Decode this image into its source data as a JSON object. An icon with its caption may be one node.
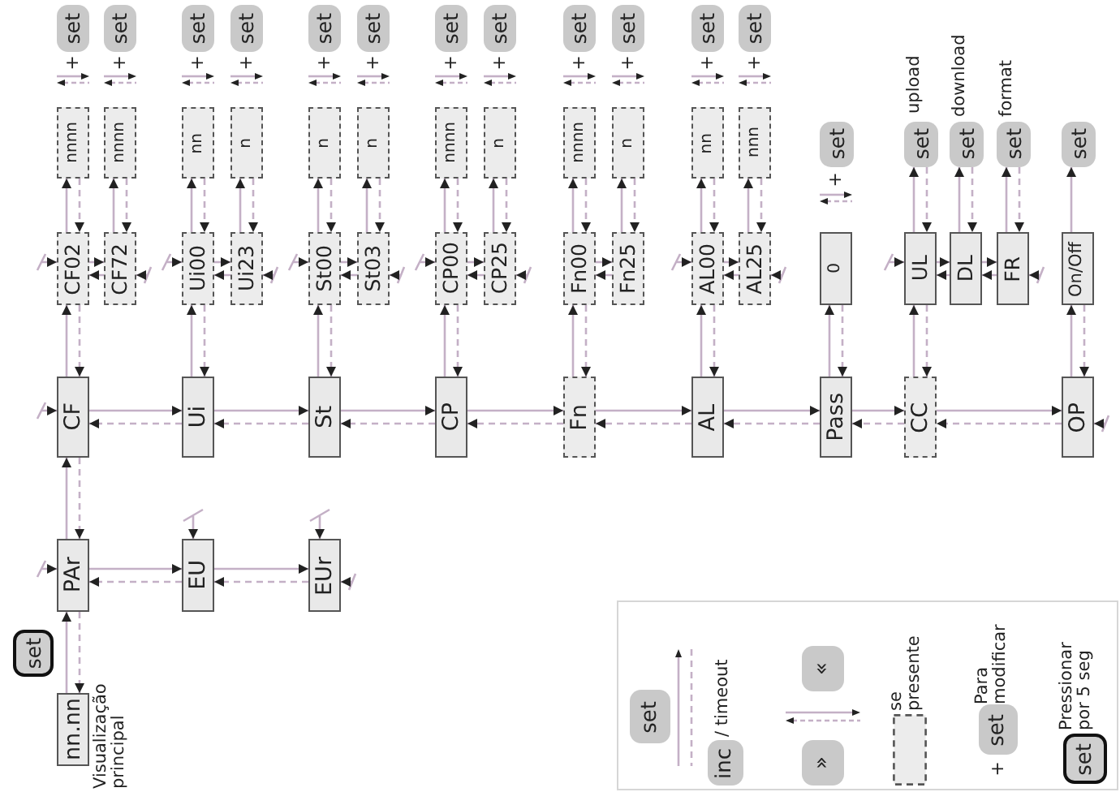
{
  "diagram": {
    "nodes": [
      {
        "text": [
          "nn.nn"
        ],
        "beside": [
          "Visualização principal"
        ]
      },
      {
        "text": [
          "PAr"
        ]
      },
      {
        "text": [
          "EU"
        ]
      },
      {
        "text": [
          "EUr"
        ]
      },
      {
        "text": [
          "CF"
        ]
      },
      {
        "text": [
          "Ui"
        ]
      },
      {
        "text": [
          "St"
        ]
      },
      {
        "text": [
          "CP"
        ]
      },
      {
        "text": [
          "Fn"
        ]
      },
      {
        "text": [
          "AL"
        ]
      },
      {
        "text": [
          "Pass"
        ]
      },
      {
        "text": [
          "CC"
        ]
      },
      {
        "text": [
          "OP"
        ]
      },
      {
        "text": [
          "CF02"
        ]
      },
      {
        "text": [
          "CF72"
        ]
      },
      {
        "text": [
          "Ui00"
        ]
      },
      {
        "text": [
          "Ui23"
        ]
      },
      {
        "text": [
          "St00"
        ]
      },
      {
        "text": [
          "St03"
        ]
      },
      {
        "text": [
          "CP00"
        ]
      },
      {
        "text": [
          "CP25"
        ]
      },
      {
        "text": [
          "Fn00"
        ]
      },
      {
        "text": [
          "Fn25"
        ]
      },
      {
        "text": [
          "AL00"
        ]
      },
      {
        "text": [
          "AL25"
        ]
      },
      {
        "text": [
          "0"
        ]
      },
      {
        "text": [
          "UL"
        ]
      },
      {
        "text": [
          "DL"
        ]
      },
      {
        "text": [
          "FR"
        ]
      },
      {
        "text": [
          "On/Off"
        ]
      },
      {
        "text": [
          "nnnn"
        ]
      },
      {
        "text": [
          "nnnn"
        ]
      },
      {
        "text": [
          "nn"
        ]
      },
      {
        "text": [
          "n"
        ]
      },
      {
        "text": [
          "n"
        ]
      },
      {
        "text": [
          "n"
        ]
      },
      {
        "text": [
          "nnnn"
        ]
      },
      {
        "text": [
          "n"
        ]
      },
      {
        "text": [
          "nnnn"
        ]
      },
      {
        "text": [
          "n"
        ]
      },
      {
        "text": [
          "nn"
        ]
      },
      {
        "text": [
          "nnn"
        ]
      },
      {
        "text": [
          "set"
        ]
      },
      {
        "text": [
          "set"
        ]
      },
      {
        "text": [
          "set"
        ]
      },
      {
        "text": [
          "set"
        ]
      },
      {
        "text": [
          "set"
        ]
      },
      {
        "text": [
          "set"
        ]
      },
      {
        "text": [
          "set"
        ]
      },
      {
        "text": [
          "set"
        ]
      },
      {
        "text": [
          "set"
        ]
      },
      {
        "text": [
          "set"
        ]
      },
      {
        "text": [
          "set"
        ]
      },
      {
        "text": [
          "set"
        ]
      },
      {
        "text": [
          "set"
        ]
      },
      {
        "text": [
          "set"
        ],
        "beside": [
          "upload"
        ]
      },
      {
        "text": [
          "set"
        ],
        "beside": [
          "download"
        ]
      },
      {
        "text": [
          "set"
        ],
        "beside": [
          "format"
        ]
      },
      {
        "text": [
          "set"
        ]
      },
      {
        "text": [
          "set"
        ]
      }
    ],
    "edges": [
      {
        "from": 0,
        "to": 1,
        "arrow": "to"
      },
      {
        "from": 1,
        "to": 0,
        "arrow": "to",
        "style": "dashed"
      },
      {
        "from": 1,
        "to": 4,
        "arrow": "to"
      },
      {
        "from": 4,
        "to": 1,
        "arrow": "to",
        "style": "dashed"
      },
      {
        "from": 1,
        "to": 2,
        "arrow": "to"
      },
      {
        "from": 2,
        "to": 1,
        "arrow": "to",
        "style": "dashed"
      },
      {
        "from": 2,
        "to": 3,
        "arrow": "to"
      },
      {
        "from": 3,
        "to": 2,
        "arrow": "to",
        "style": "dashed"
      },
      {
        "from": 4,
        "to": 5,
        "arrow": "to"
      },
      {
        "from": 5,
        "to": 4,
        "arrow": "to",
        "style": "dashed"
      },
      {
        "from": 5,
        "to": 6,
        "arrow": "to"
      },
      {
        "from": 6,
        "to": 5,
        "arrow": "to",
        "style": "dashed"
      },
      {
        "from": 6,
        "to": 7,
        "arrow": "to"
      },
      {
        "from": 7,
        "to": 6,
        "arrow": "to",
        "style": "dashed"
      },
      {
        "from": 7,
        "to": 8,
        "arrow": "to"
      },
      {
        "from": 8,
        "to": 7,
        "arrow": "to",
        "style": "dashed"
      },
      {
        "from": 8,
        "to": 9,
        "arrow": "to"
      },
      {
        "from": 9,
        "to": 8,
        "arrow": "to",
        "style": "dashed"
      },
      {
        "from": 9,
        "to": 10,
        "arrow": "to"
      },
      {
        "from": 10,
        "to": 9,
        "arrow": "to",
        "style": "dashed"
      },
      {
        "from": 10,
        "to": 11,
        "arrow": "to"
      },
      {
        "from": 11,
        "to": 10,
        "arrow": "to",
        "style": "dashed"
      },
      {
        "from": 11,
        "to": 12,
        "arrow": "to"
      },
      {
        "from": 12,
        "to": 11,
        "arrow": "to",
        "style": "dashed"
      },
      {
        "from": 4,
        "to": 13,
        "arrow": "to"
      },
      {
        "from": 13,
        "to": 4,
        "arrow": "to",
        "style": "dashed"
      },
      {
        "from": 5,
        "to": 15,
        "arrow": "to"
      },
      {
        "from": 15,
        "to": 5,
        "arrow": "to",
        "style": "dashed"
      },
      {
        "from": 6,
        "to": 17,
        "arrow": "to"
      },
      {
        "from": 17,
        "to": 6,
        "arrow": "to",
        "style": "dashed"
      },
      {
        "from": 7,
        "to": 19,
        "arrow": "to"
      },
      {
        "from": 19,
        "to": 7,
        "arrow": "to",
        "style": "dashed"
      },
      {
        "from": 8,
        "to": 21,
        "arrow": "to"
      },
      {
        "from": 21,
        "to": 8,
        "arrow": "to",
        "style": "dashed"
      },
      {
        "from": 9,
        "to": 23,
        "arrow": "to"
      },
      {
        "from": 23,
        "to": 9,
        "arrow": "to",
        "style": "dashed"
      },
      {
        "from": 10,
        "to": 25,
        "arrow": "to"
      },
      {
        "from": 25,
        "to": 10,
        "arrow": "to",
        "style": "dashed"
      },
      {
        "from": 11,
        "to": 26,
        "arrow": "to"
      },
      {
        "from": 26,
        "to": 11,
        "arrow": "to",
        "style": "dashed"
      },
      {
        "from": 12,
        "to": 29,
        "arrow": "to"
      },
      {
        "from": 29,
        "to": 12,
        "arrow": "to",
        "style": "dashed"
      },
      {
        "from": 13,
        "to": 14,
        "arrow": "to"
      },
      {
        "from": 14,
        "to": 13,
        "arrow": "to",
        "style": "dashed"
      },
      {
        "from": 15,
        "to": 16,
        "arrow": "to"
      },
      {
        "from": 16,
        "to": 15,
        "arrow": "to",
        "style": "dashed"
      },
      {
        "from": 17,
        "to": 18,
        "arrow": "to"
      },
      {
        "from": 18,
        "to": 17,
        "arrow": "to",
        "style": "dashed"
      },
      {
        "from": 19,
        "to": 20,
        "arrow": "to"
      },
      {
        "from": 20,
        "to": 19,
        "arrow": "to",
        "style": "dashed"
      },
      {
        "from": 21,
        "to": 22,
        "arrow": "to"
      },
      {
        "from": 22,
        "to": 21,
        "arrow": "to",
        "style": "dashed"
      },
      {
        "from": 23,
        "to": 24,
        "arrow": "to"
      },
      {
        "from": 24,
        "to": 23,
        "arrow": "to",
        "style": "dashed"
      },
      {
        "from": 26,
        "to": 27,
        "arrow": "to"
      },
      {
        "from": 27,
        "to": 26,
        "arrow": "to",
        "style": "dashed"
      },
      {
        "from": 27,
        "to": 28,
        "arrow": "to"
      },
      {
        "from": 28,
        "to": 27,
        "arrow": "to",
        "style": "dashed"
      },
      {
        "from": 13,
        "to": 30,
        "arrow": "to"
      },
      {
        "from": 30,
        "to": 13,
        "arrow": "to",
        "style": "dashed"
      },
      {
        "from": 14,
        "to": 31,
        "arrow": "to"
      },
      {
        "from": 31,
        "to": 14,
        "arrow": "to",
        "style": "dashed"
      },
      {
        "from": 15,
        "to": 32,
        "arrow": "to"
      },
      {
        "from": 32,
        "to": 15,
        "arrow": "to",
        "style": "dashed"
      },
      {
        "from": 16,
        "to": 33,
        "arrow": "to"
      },
      {
        "from": 33,
        "to": 16,
        "arrow": "to",
        "style": "dashed"
      },
      {
        "from": 17,
        "to": 34,
        "arrow": "to"
      },
      {
        "from": 34,
        "to": 17,
        "arrow": "to",
        "style": "dashed"
      },
      {
        "from": 18,
        "to": 35,
        "arrow": "to"
      },
      {
        "from": 35,
        "to": 18,
        "arrow": "to",
        "style": "dashed"
      },
      {
        "from": 19,
        "to": 36,
        "arrow": "to"
      },
      {
        "from": 36,
        "to": 19,
        "arrow": "to",
        "style": "dashed"
      },
      {
        "from": 20,
        "to": 37,
        "arrow": "to"
      },
      {
        "from": 37,
        "to": 20,
        "arrow": "to",
        "style": "dashed"
      },
      {
        "from": 21,
        "to": 38,
        "arrow": "to"
      },
      {
        "from": 38,
        "to": 21,
        "arrow": "to",
        "style": "dashed"
      },
      {
        "from": 22,
        "to": 39,
        "arrow": "to"
      },
      {
        "from": 39,
        "to": 22,
        "arrow": "to",
        "style": "dashed"
      },
      {
        "from": 23,
        "to": 40,
        "arrow": "to"
      },
      {
        "from": 40,
        "to": 23,
        "arrow": "to",
        "style": "dashed"
      },
      {
        "from": 24,
        "to": 41,
        "arrow": "to"
      },
      {
        "from": 41,
        "to": 24,
        "arrow": "to",
        "style": "dashed"
      },
      {
        "from": 26,
        "to": 55,
        "arrow": "to"
      },
      {
        "from": 55,
        "to": 26,
        "arrow": "to",
        "style": "dashed"
      },
      {
        "from": 27,
        "to": 56,
        "arrow": "to"
      },
      {
        "from": 56,
        "to": 27,
        "arrow": "to",
        "style": "dashed"
      },
      {
        "from": 28,
        "to": 57,
        "arrow": "to"
      },
      {
        "from": 57,
        "to": 28,
        "arrow": "to",
        "style": "dashed"
      },
      {
        "from": 29,
        "to": 58,
        "arrow": "to"
      },
      {
        "from": null,
        "to": 1,
        "arrow": "to"
      },
      {
        "from": null,
        "to": 4,
        "arrow": "to"
      },
      {
        "from": null,
        "to": 13,
        "arrow": "to"
      },
      {
        "from": null,
        "to": 14,
        "arrow": "to"
      },
      {
        "from": null,
        "to": 15,
        "arrow": "to"
      },
      {
        "from": null,
        "to": 16,
        "arrow": "to"
      },
      {
        "from": null,
        "to": 17,
        "arrow": "to"
      },
      {
        "from": null,
        "to": 18,
        "arrow": "to"
      },
      {
        "from": null,
        "to": 19,
        "arrow": "to"
      },
      {
        "from": null,
        "to": 20,
        "arrow": "to"
      },
      {
        "from": null,
        "to": 23,
        "arrow": "to"
      },
      {
        "from": null,
        "to": 24,
        "arrow": "to"
      },
      {
        "from": null,
        "to": 26,
        "arrow": "to"
      },
      {
        "from": null,
        "to": 28,
        "arrow": "to"
      },
      {
        "from": null,
        "to": 12,
        "arrow": "to"
      },
      {
        "from": null,
        "to": 2,
        "arrow": "to"
      },
      {
        "from": null,
        "to": 3,
        "arrow": "to"
      },
      {
        "from": null,
        "to": 3,
        "arrow": "to"
      }
    ],
    "labels": [
      "+",
      "+",
      "+",
      "+",
      "+",
      "+",
      "+",
      "+",
      "+",
      "+",
      "+",
      "+",
      "+",
      "set",
      "inc",
      "«",
      "»",
      "+",
      "set",
      "set"
    ],
    "legend": [
      {
        "text": "/ timeout"
      },
      {
        "text": "se presente"
      },
      {
        "text": "Para modificar"
      },
      {
        "text": "Pressionar por 5 seg"
      }
    ]
  }
}
